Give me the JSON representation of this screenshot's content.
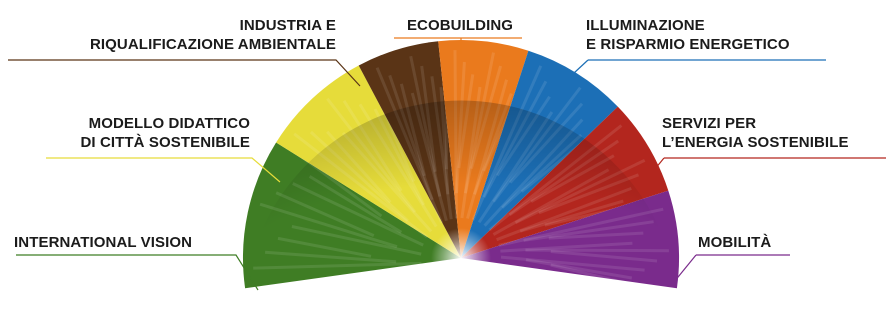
{
  "diagram": {
    "sectors": [
      {
        "id": "international-vision",
        "lines": [
          "INTERNATIONAL VISION"
        ],
        "color": "#3f7d24"
      },
      {
        "id": "modello-didattico",
        "lines": [
          "MODELLO DIDATTICO",
          "DI CITTÀ SOSTENIBILE"
        ],
        "color": "#e6dc3a"
      },
      {
        "id": "industria",
        "lines": [
          "INDUSTRIA E",
          "RIQUALIFICAZIONE AMBIENTALE"
        ],
        "color": "#5a3416"
      },
      {
        "id": "ecobuilding",
        "lines": [
          "ECOBUILDING"
        ],
        "color": "#ea7a1d"
      },
      {
        "id": "illuminazione",
        "lines": [
          "ILLUMINAZIONE",
          "E RISPARMIO ENERGETICO"
        ],
        "color": "#1c6fb6"
      },
      {
        "id": "servizi",
        "lines": [
          "SERVIZI PER",
          "L’ENERGIA SOSTENIBILE"
        ],
        "color": "#b3261e"
      },
      {
        "id": "mobilita",
        "lines": [
          "MOBILITÀ"
        ],
        "color": "#7a2b8c"
      }
    ]
  }
}
